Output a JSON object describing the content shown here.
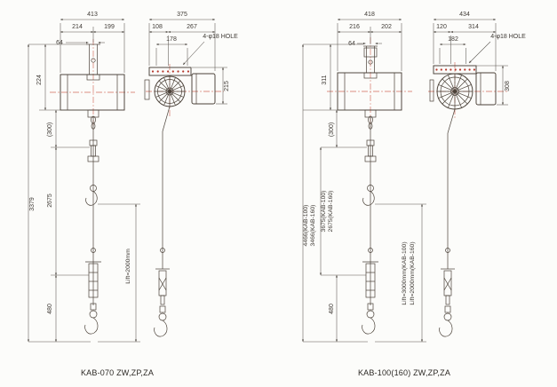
{
  "colors": {
    "line": "#4a4138",
    "centerline": "#d06a5a",
    "hole_dot": "#b5372c"
  },
  "fig1": {
    "caption": "KAB-070 ZW,ZP,ZA",
    "dims": {
      "front_total_w": "413",
      "front_w_left": "214",
      "front_w_right": "199",
      "front_w_inner": "64",
      "front_h_top": "224",
      "front_h_paren": "(300)",
      "front_h_mid": "2675",
      "front_h_total": "3379",
      "front_h_bottom": "480",
      "side_total_w": "375",
      "side_w1": "108",
      "side_w2": "267",
      "side_w3": "178",
      "side_h": "215",
      "hole_label": "4-φ18  HOLE",
      "lift": "Lift=2000mm"
    }
  },
  "fig2": {
    "caption": "KAB-100(160) ZW,ZP,ZA",
    "dims": {
      "front_total_w": "418",
      "front_w_left": "216",
      "front_w_right": "202",
      "front_w_inner": "64",
      "front_h_top": "311",
      "front_h_paren": "(300)",
      "front_h_total_a": "4466(KAB-100)",
      "front_h_total_b": "3466(KAB-160)",
      "front_h_mid_a": "3675(KAB-100)",
      "front_h_mid_b": "2675(KAB-160)",
      "front_h_bottom": "480",
      "side_total_w": "434",
      "side_w1": "120",
      "side_w2": "314",
      "side_w3": "182",
      "side_h": "308",
      "hole_label": "4-φ18  HOLE",
      "lift_a": "Lift=3000mm(KAB-100)",
      "lift_b": "Lift=2000mm(KAB-160)"
    }
  }
}
